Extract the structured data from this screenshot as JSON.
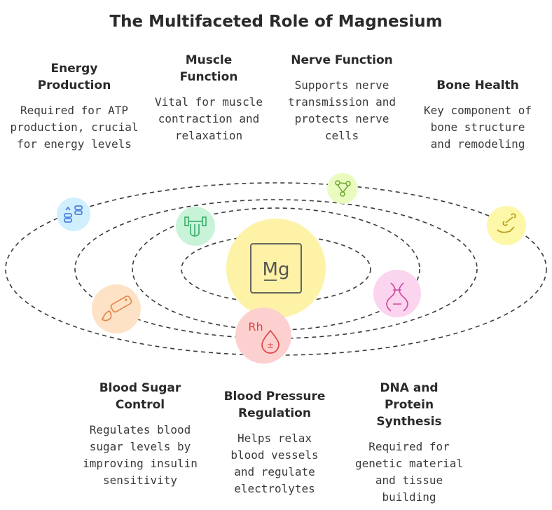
{
  "title": "The Multifaceted Role of Magnesium",
  "center": {
    "symbol": "Mg",
    "color": "#fdf2a6"
  },
  "items": [
    {
      "heading": "Energy Production",
      "description": "Required for ATP production, crucial for energy levels",
      "icon": "battery-icon",
      "color": "#cfefff"
    },
    {
      "heading": "Muscle Function",
      "description": "Vital for muscle contraction and relaxation",
      "icon": "dumbbell-hand-icon",
      "color": "#c8f3d8"
    },
    {
      "heading": "Nerve Function",
      "description": "Supports nerve transmission and protects nerve cells",
      "icon": "nerve-network-icon",
      "color": "#e9fbbf"
    },
    {
      "heading": "Bone Health",
      "description": "Key component of bone structure and remodeling",
      "icon": "bone-hand-icon",
      "color": "#fdf7a8"
    },
    {
      "heading": "Blood Sugar Control",
      "description": "Regulates blood sugar levels by improving insulin sensitivity",
      "icon": "glucose-meter-icon",
      "color": "#fde2c6"
    },
    {
      "heading": "Blood Pressure Regulation",
      "description": "Helps relax blood vessels and regulate electrolytes",
      "icon": "blood-drop-icon",
      "icon_label": "Rh",
      "color": "#fdd0d0"
    },
    {
      "heading": "DNA and Protein Synthesis",
      "description": "Required for genetic material and tissue building",
      "icon": "dna-icon",
      "color": "#fbd4ee"
    }
  ]
}
